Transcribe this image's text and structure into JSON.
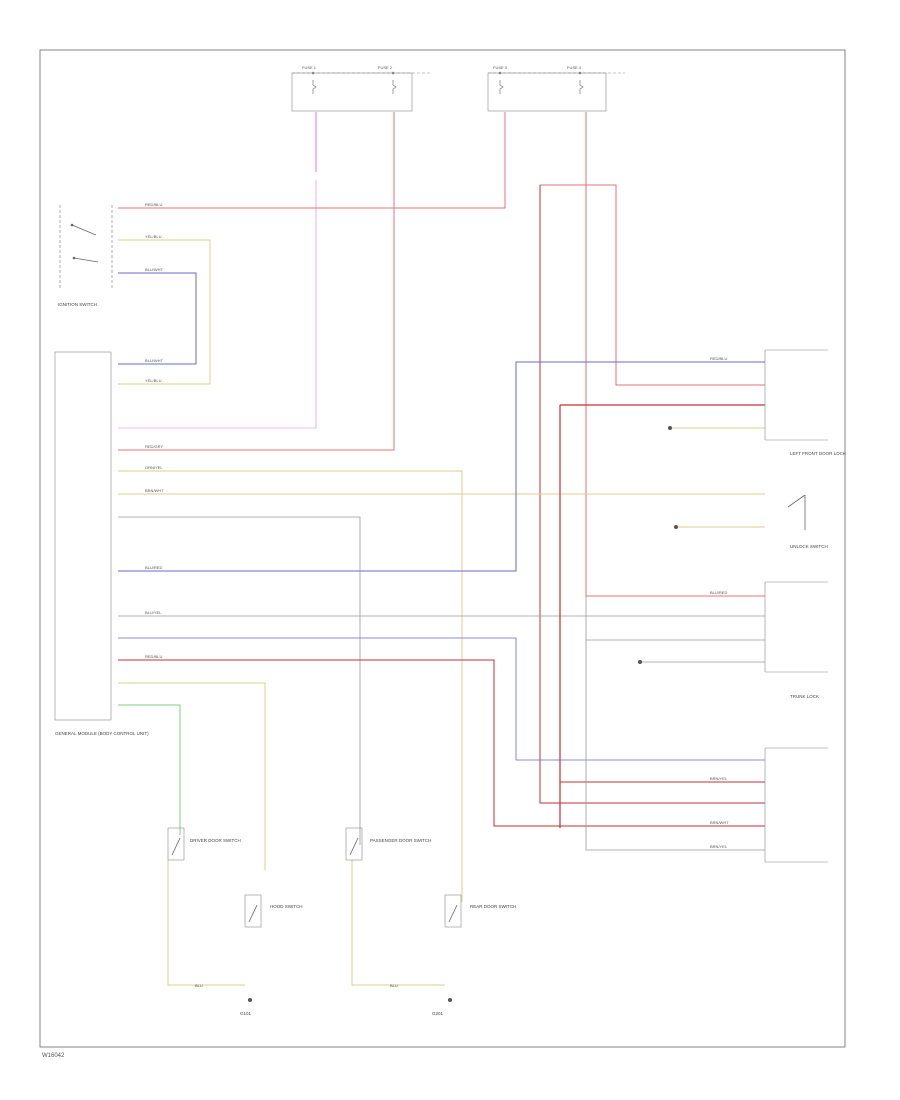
{
  "diagram": {
    "footer_code": "W16042",
    "colors": {
      "red": "#e8707a",
      "dark_red": "#c0303a",
      "yellow": "#d9cf8a",
      "blue": "#6a6ad0",
      "pink": "#e27ae2",
      "green": "#7ad67a",
      "gray": "#9a9a9a",
      "outline": "#666666"
    },
    "wire_labels": [
      "RED/BLU",
      "RED/BLU",
      "YEL/BLU",
      "BLU/WHT",
      "BLU/WHT",
      "YEL/BLU",
      "BLU/RED",
      "RED/GRY",
      "GRN/YEL",
      "BRN/WHT",
      "BRN/YEL",
      "BRN/WHT",
      "BLU/RED",
      "BLU/YEL",
      "BRN/YEL",
      "RED/BLU",
      "BLU",
      "BLU"
    ],
    "components": {
      "fuses": [
        "FUSE 1",
        "FUSE 2",
        "FUSE 3",
        "FUSE 4"
      ],
      "ignition_switch": "IGNITION SWITCH",
      "general_module": "GENERAL MODULE (BODY CONTROL UNIT)",
      "left_front_door_lock": "LEFT FRONT DOOR LOCK",
      "unlock_sw": "UNLOCK SWITCH",
      "trunk_lock": "TRUNK LOCK",
      "ground_left": "G101",
      "ground_right": "G201",
      "driver_door_sw": "DRIVER DOOR SWITCH",
      "passenger_door_sw": "PASSENGER DOOR SWITCH",
      "rear_door_sw": "REAR DOOR SWITCH",
      "hood_sw": "HOOD SWITCH"
    }
  }
}
